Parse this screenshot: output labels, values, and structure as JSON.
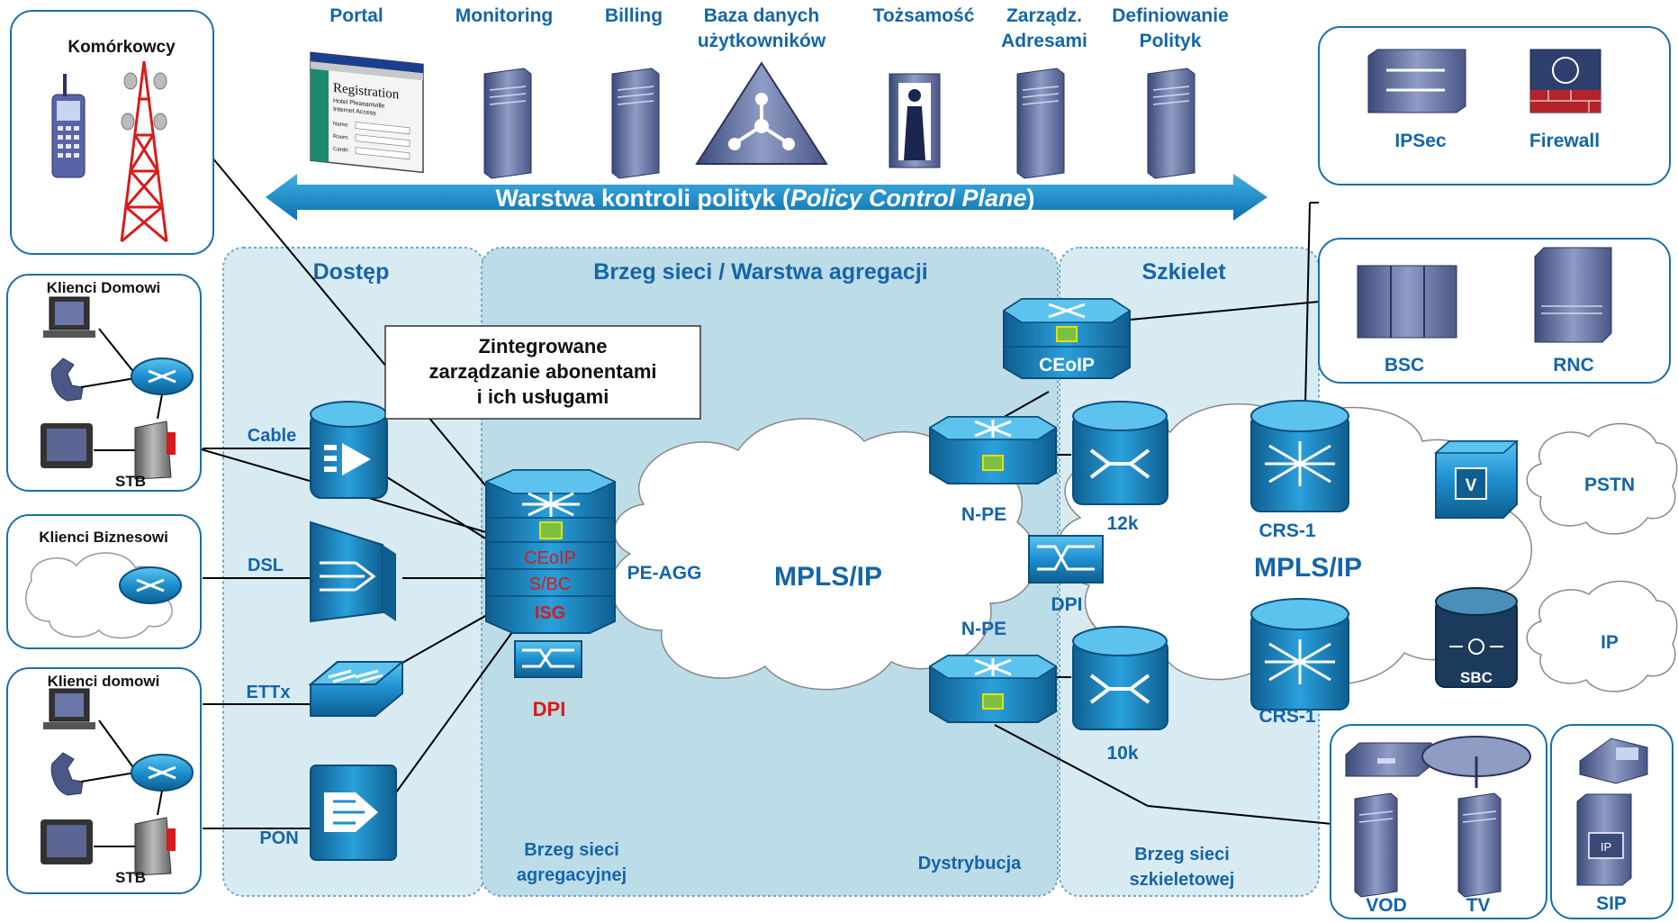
{
  "apps": {
    "portal": "Portal",
    "monitoring": "Monitoring",
    "billing": "Billing",
    "baza_line1": "Baza danych",
    "baza_line2": "użytkowników",
    "tozsamosc": "Tożsamość",
    "zarzadz_line1": "Zarządz.",
    "zarzadz_line2": "Adresami",
    "definiowanie_line1": "Definiowanie",
    "definiowanie_line2": "Polityk"
  },
  "registration": {
    "title": "Registration",
    "hotel_line1": "Hotel Pleasantville",
    "hotel_line2": "Internet Access",
    "f1": "Name:",
    "f2": "Room:",
    "f3": "Card#:"
  },
  "policy_arrow": {
    "prefix": "Warstwa kontroli polityk (",
    "italic": "Policy Control Plane",
    "suffix": ")"
  },
  "zones": {
    "dostep": "Dostęp",
    "agregacja": "Brzeg sieci / Warstwa agregacji",
    "szkielet": "Szkielet",
    "brzeg_agr_line1": "Brzeg sieci",
    "brzeg_agr_line2": "agregacyjnej",
    "dystrybucja": "Dystrybucja",
    "brzeg_szk_line1": "Brzeg sieci",
    "brzeg_szk_line2": "szkieletowej"
  },
  "clients": {
    "komorkowcy": "Komórkowcy",
    "klienci_domowi_1": "Klienci Domowi",
    "klienci_biznesowi": "Klienci Biznesowi",
    "klienci_domowi_2": "Klienci domowi",
    "stb": "STB"
  },
  "access": {
    "cable": "Cable",
    "dsl": "DSL",
    "ettx": "ETTx",
    "pon": "PON"
  },
  "callout": {
    "line1": "Zintegrowane",
    "line2": "zarządzanie abonentami",
    "line3": "i ich usługami"
  },
  "agg_device": {
    "ceoip": "CEoIP",
    "sbc": "S/BC",
    "isg": "ISG",
    "dpi": "DPI"
  },
  "labels": {
    "pe_agg": "PE-AGG",
    "mpls_left": "MPLS/IP",
    "mpls_right": "MPLS/IP",
    "npe_top": "N-PE",
    "npe_bottom": "N-PE",
    "ceoip": "CEoIP",
    "dpi_mid": "DPI",
    "r12k": "12k",
    "r10k": "10k",
    "crs_top": "CRS-1",
    "crs_bottom": "CRS-1",
    "pstn": "PSTN",
    "ip": "IP",
    "v": "V",
    "sbc": "SBC"
  },
  "right_boxes": {
    "ipsec": "IPSec",
    "firewall": "Firewall",
    "bsc": "BSC",
    "rnc": "RNC",
    "vod": "VOD",
    "tv": "TV",
    "sip": "SIP"
  },
  "colors": {
    "device_blue": "#1d8fcf",
    "device_dark": "#0f5e8f",
    "label_blue": "#1565a8",
    "accent_red": "#d81b1b",
    "zone_light": "#d9ebf2",
    "zone_mid": "#bcdce8"
  }
}
